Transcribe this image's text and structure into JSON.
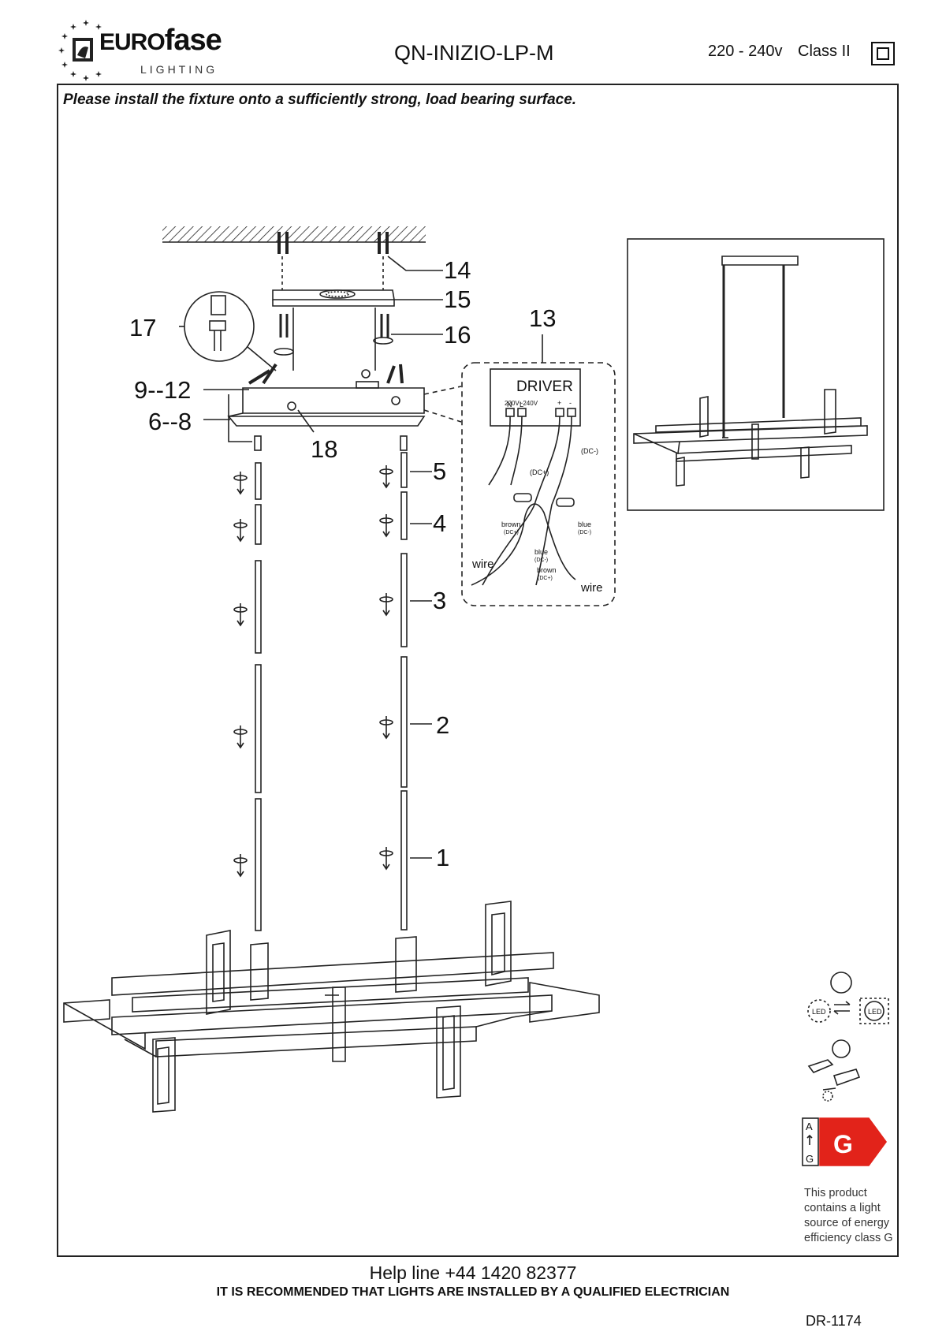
{
  "header": {
    "brand_prefix": "EURO",
    "brand_main": "fase",
    "brand_sub": "LIGHTING",
    "model": "QN-INIZIO-LP-M",
    "voltage": "220 - 240v",
    "class_label": "Class II"
  },
  "warning": "Please install the fixture onto a sufficiently strong, load bearing surface.",
  "callouts": {
    "c1": "1",
    "c2": "2",
    "c3": "3",
    "c4": "4",
    "c5": "5",
    "c6_8": "6--8",
    "c9_12": "9--12",
    "c13": "13",
    "c14": "14",
    "c15": "15",
    "c16": "16",
    "c17": "17",
    "c18": "18"
  },
  "driver_box": {
    "title": "DRIVER",
    "input_label": "220V~240V",
    "terminal_n": "N",
    "terminal_l": "L",
    "terminal_plus": "+",
    "terminal_minus": "-",
    "dc_minus": "(DC-)",
    "dc_plus": "(DC+)",
    "brown": "brown",
    "brown_dc": "(DC+)",
    "blue": "blue",
    "blue_dc": "(DC-)",
    "blue2": "blue",
    "blue2_dc": "(DC-)",
    "brown2": "brown",
    "brown2_dc": "(DC+)",
    "wire_left": "wire",
    "wire_right": "wire"
  },
  "energy": {
    "class": "G",
    "scale_top": "A",
    "scale_bottom": "G",
    "led_label": "LED",
    "note": "This product contains a light source of energy efficiency class G"
  },
  "footer": {
    "helpline": "Help line +44 1420 82377",
    "recommendation": "IT IS RECOMMENDED THAT LIGHTS ARE INSTALLED BY A QUALIFIED ELECTRICIAN",
    "doc_id": "DR-1174"
  }
}
